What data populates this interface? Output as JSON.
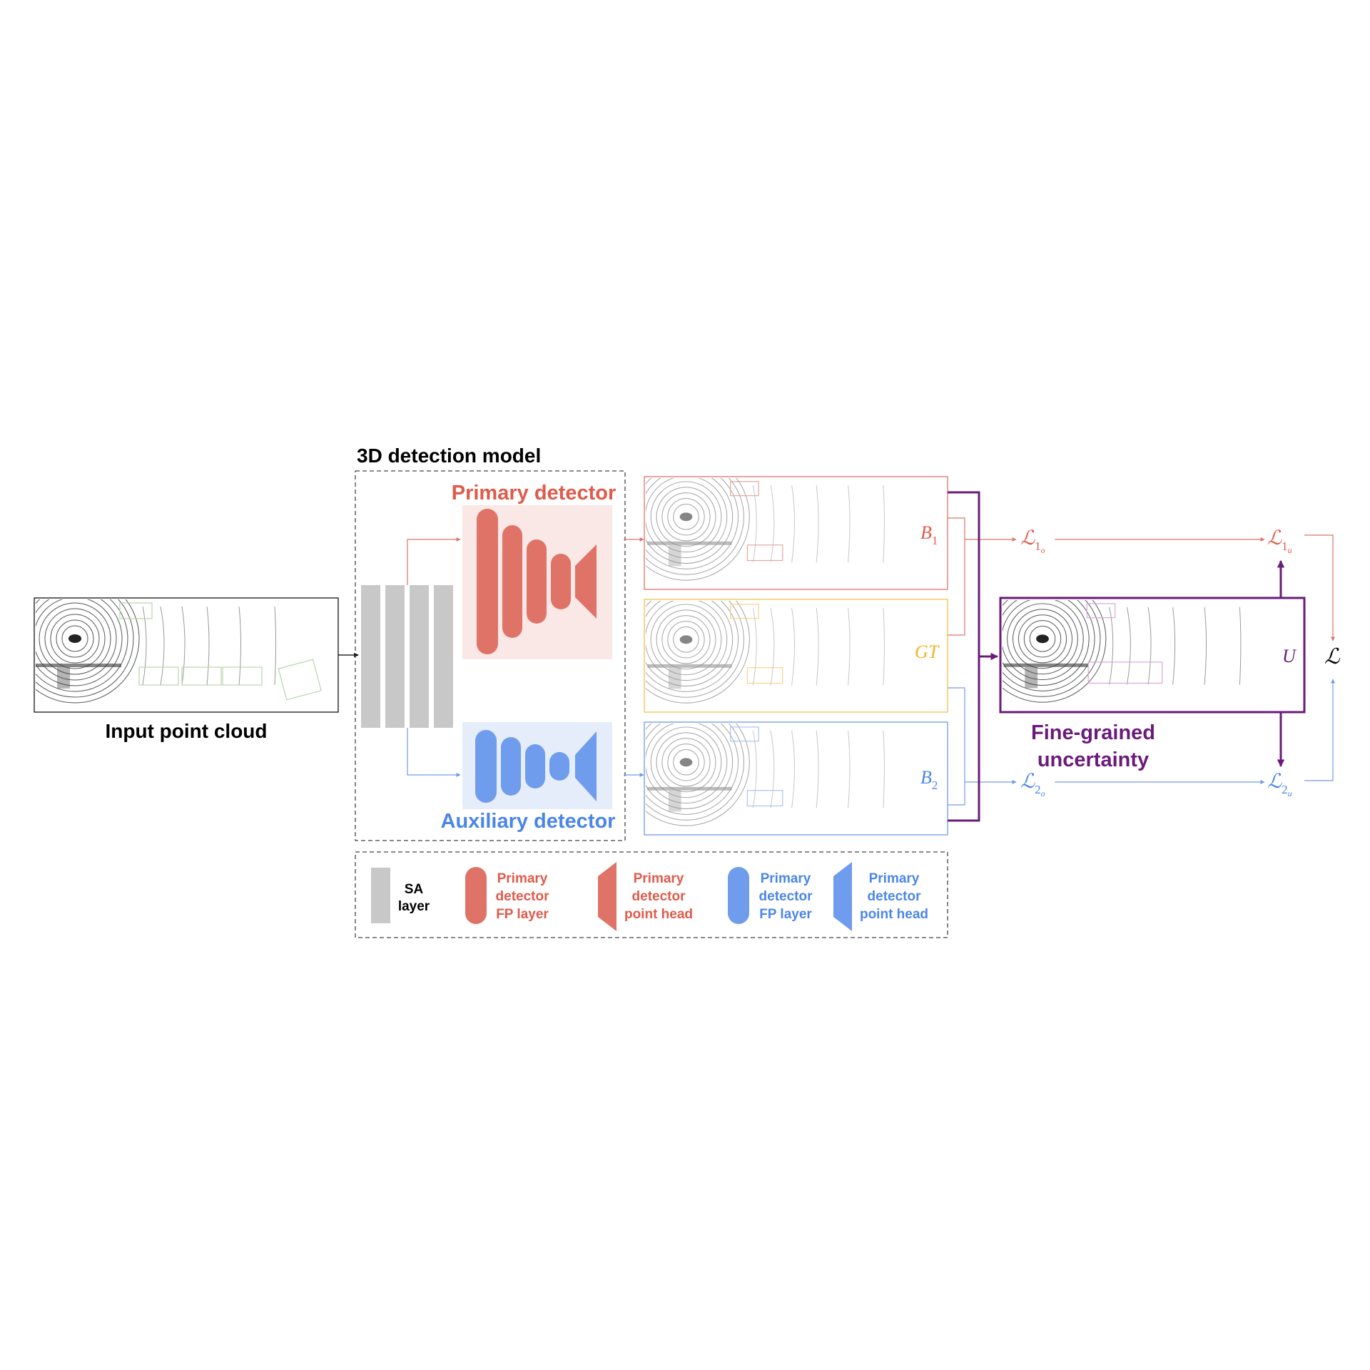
{
  "colors": {
    "primary": "#e07368",
    "primary_bg": "#fae8e6",
    "primary_text": "#e05a4a",
    "auxiliary": "#6f9cec",
    "auxiliary_bg": "#e5edfb",
    "auxiliary_text": "#4a86e8",
    "gt": "#f2c04c",
    "gt_text": "#f0b429",
    "uncertainty": "#6a1b7a",
    "sa_layer": "#c8c8c8",
    "text": "#000000"
  },
  "input": {
    "label": "Input point cloud"
  },
  "model": {
    "title": "3D detection model",
    "primary_label": "Primary detector",
    "auxiliary_label": "Auxiliary detector"
  },
  "outputs": {
    "b1": {
      "base": "B",
      "sub": "1"
    },
    "gt": "GT",
    "b2": {
      "base": "B",
      "sub": "2"
    },
    "u": "U"
  },
  "losses": {
    "symbol": "ℒ",
    "l1o": {
      "sub": "1",
      "subsub": "o"
    },
    "l1u": {
      "sub": "1",
      "subsub": "u"
    },
    "l2o": {
      "sub": "2",
      "subsub": "o"
    },
    "l2u": {
      "sub": "2",
      "subsub": "u"
    }
  },
  "uncertainty": {
    "line1": "Fine-grained",
    "line2": "uncertainty"
  },
  "legend": {
    "sa": [
      "SA",
      "layer"
    ],
    "primary_fp": [
      "Primary",
      "detector",
      "FP layer"
    ],
    "primary_head": [
      "Primary",
      "detector",
      "point head"
    ],
    "aux_fp": [
      "Primary",
      "detector",
      "FP layer"
    ],
    "aux_head": [
      "Primary",
      "detector",
      "point head"
    ]
  },
  "icons": [
    "arrow-icon",
    "point-cloud-icon",
    "sa-layer-icon",
    "fp-layer-icon",
    "point-head-icon"
  ]
}
